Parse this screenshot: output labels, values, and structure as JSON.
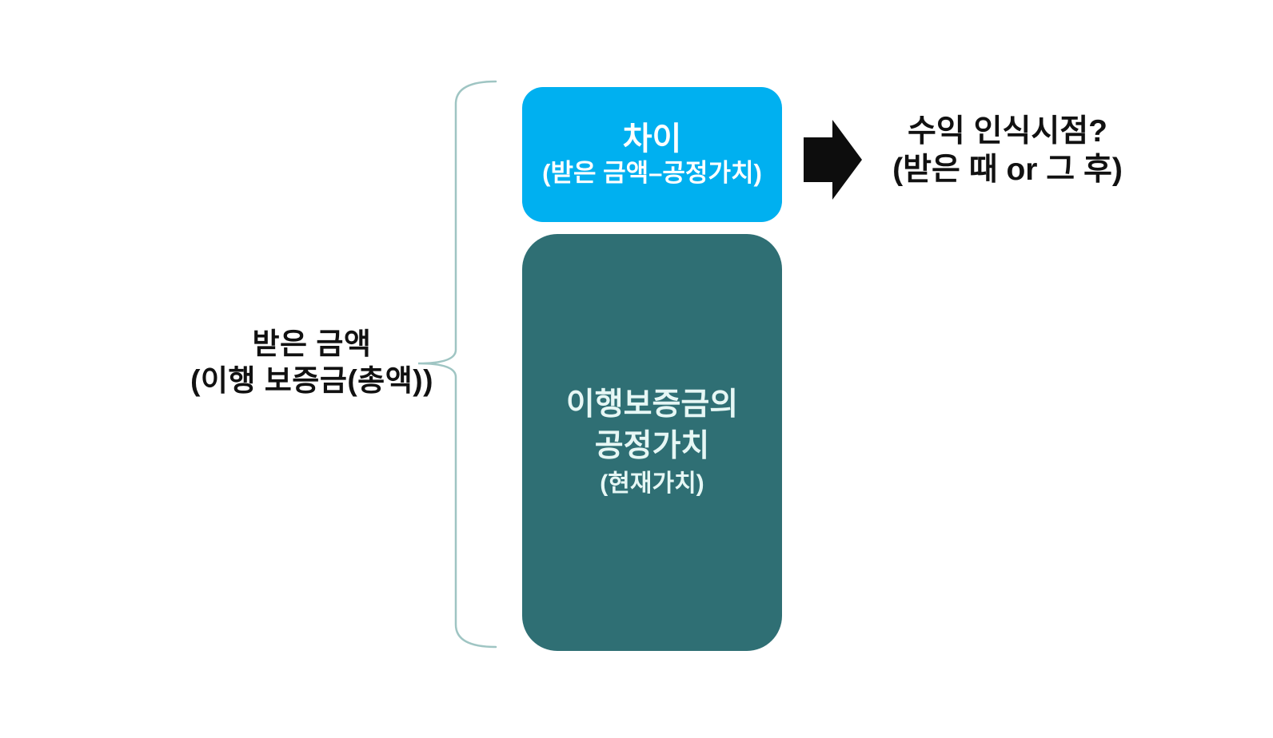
{
  "diagram": {
    "left_label": {
      "line1": "받은 금액",
      "line2": "(이행 보증금(총액))"
    },
    "difference_box": {
      "title": "차이",
      "subtitle": "(받은 금액–공정가치)"
    },
    "fair_value_box": {
      "line1": "이행보증금의",
      "line2": "공정가치",
      "line3": "(현재가치)"
    },
    "annotation": {
      "line1": "수익 인식시점?",
      "line2": "(받은 때 or 그 후)"
    },
    "colors": {
      "difference_box_bg": "#00b0f0",
      "difference_box_text": "#ffffff",
      "fair_value_box_bg": "#2f6f74",
      "fair_value_box_text": "#e6f7f5",
      "brace_stroke": "#9fc5c3",
      "arrow_fill": "#0d0d0d",
      "label_text": "#111111",
      "background": "#ffffff"
    }
  }
}
